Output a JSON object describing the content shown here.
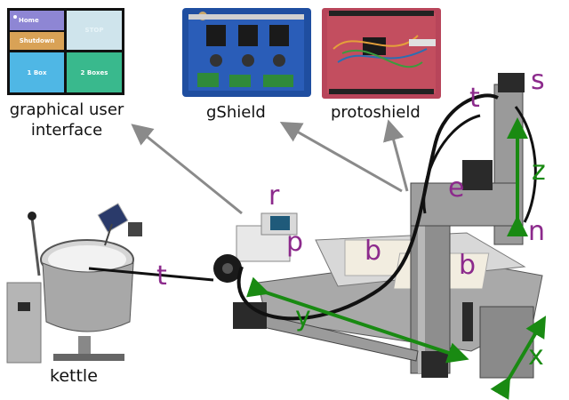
{
  "gui": {
    "home": "Home",
    "stop": "STOP",
    "shutdown": "Shutdown",
    "one_box": "1 Box",
    "two_boxes": "2 Boxes"
  },
  "labels": {
    "gui": "graphical user interface",
    "gshield": "gShield",
    "protoshield": "protoshield",
    "kettle": "kettle"
  },
  "letters": {
    "s": "s",
    "t_top": "t",
    "e": "e",
    "r": "r",
    "p": "p",
    "b_left": "b",
    "b_right": "b",
    "t_left": "t",
    "n": "n",
    "z": "z",
    "y": "y",
    "x": "x"
  },
  "colors": {
    "letter_purple": "#8c2a8c",
    "axis_green": "#198a12",
    "arrow_gray": "#8a8a8a"
  }
}
